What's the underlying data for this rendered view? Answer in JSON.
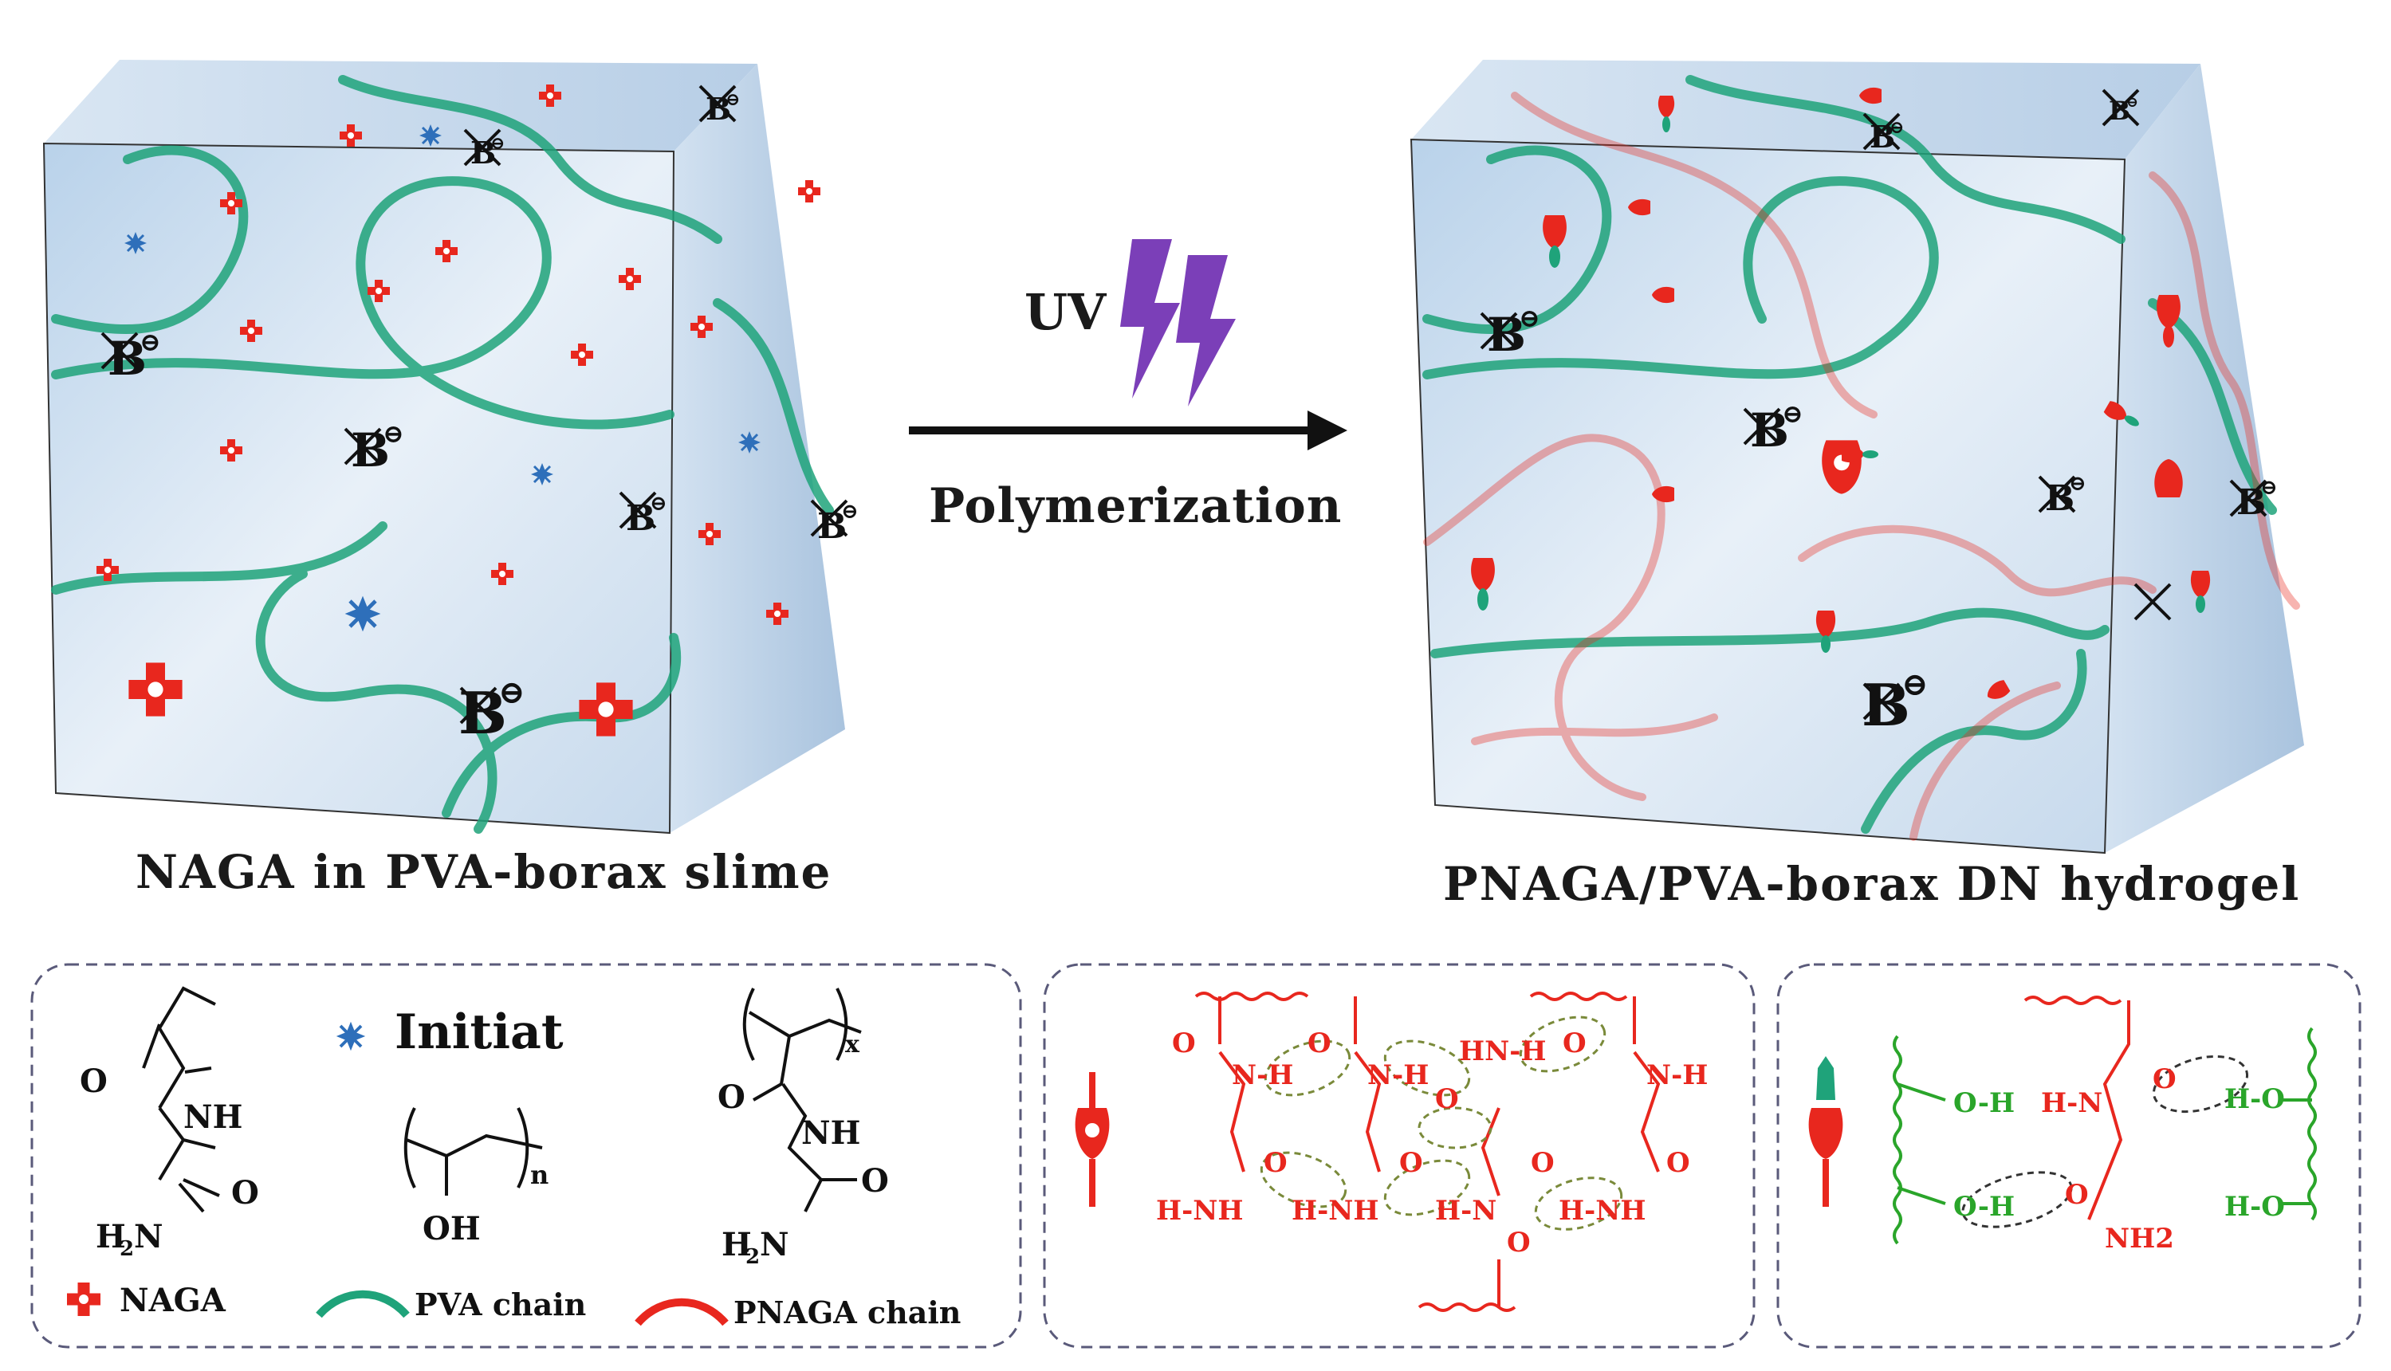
{
  "arrow": {
    "uv_label": "UV",
    "process_label": "Polymerization"
  },
  "left_cube": {
    "caption": "NAGA in PVA-borax slime",
    "borate_label": "B"
  },
  "right_cube": {
    "caption": "PNAGA/PVA-borax DN hydrogel",
    "borate_label": "B"
  },
  "legend": {
    "initiator_label": "Initiat",
    "naga_label": "NAGA",
    "pva_chain_label": "PVA chain",
    "pnaga_chain_label": "PNAGA chain",
    "naga_struct": {
      "o": "O",
      "nh": "NH",
      "o2": "O",
      "h2n": "H2N"
    },
    "pva_struct": {
      "oh": "OH",
      "n": "n"
    },
    "pnaga_struct": {
      "o": "O",
      "nh": "NH",
      "o2": "O",
      "h2n": "H2N",
      "x": "x"
    }
  },
  "panel_mid": {
    "labels": [
      "O",
      "N-H",
      "O",
      "N-H",
      "HN-H",
      "O",
      "O",
      "N-H",
      "O",
      "O",
      "O",
      "O",
      "H-NH",
      "H-NH",
      "H-N",
      "H-NH",
      "O"
    ]
  },
  "panel_right": {
    "labels": [
      "O-H",
      "H-N",
      "O",
      "H-O",
      "O-H",
      "O",
      "NH2",
      "H-O"
    ]
  },
  "colors": {
    "pva": "#1fa37a",
    "pnaga": "#e8271e",
    "uv": "#7b3fb8",
    "initiator": "#2e6fba",
    "cube_face": "#cfe0f0"
  }
}
